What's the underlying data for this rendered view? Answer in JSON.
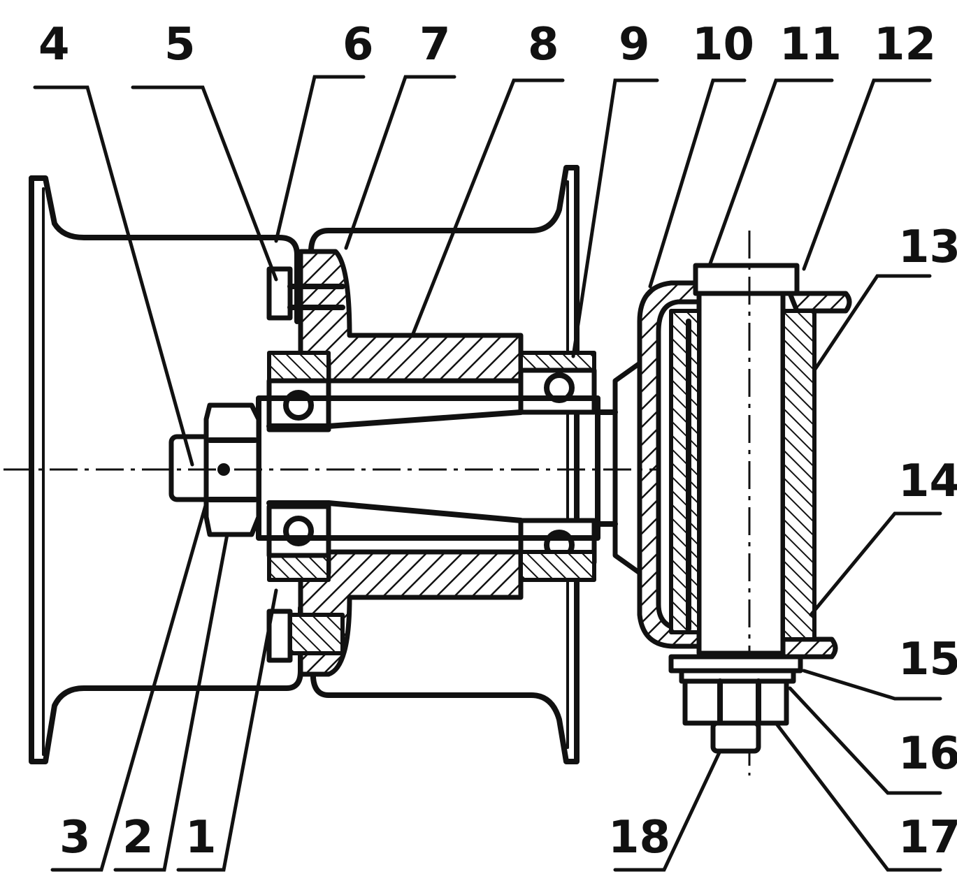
{
  "labels": {
    "l1": "1",
    "l2": "2",
    "l3": "3",
    "l4": "4",
    "l5": "5",
    "l6": "6",
    "l7": "7",
    "l8": "8",
    "l9": "9",
    "l10": "10",
    "l11": "11",
    "l12": "12",
    "l13": "13",
    "l14": "14",
    "l15": "15",
    "l16": "16",
    "l17": "17",
    "l18": "18"
  },
  "colors": {
    "ink": "#111111",
    "paper": "#ffffff"
  }
}
